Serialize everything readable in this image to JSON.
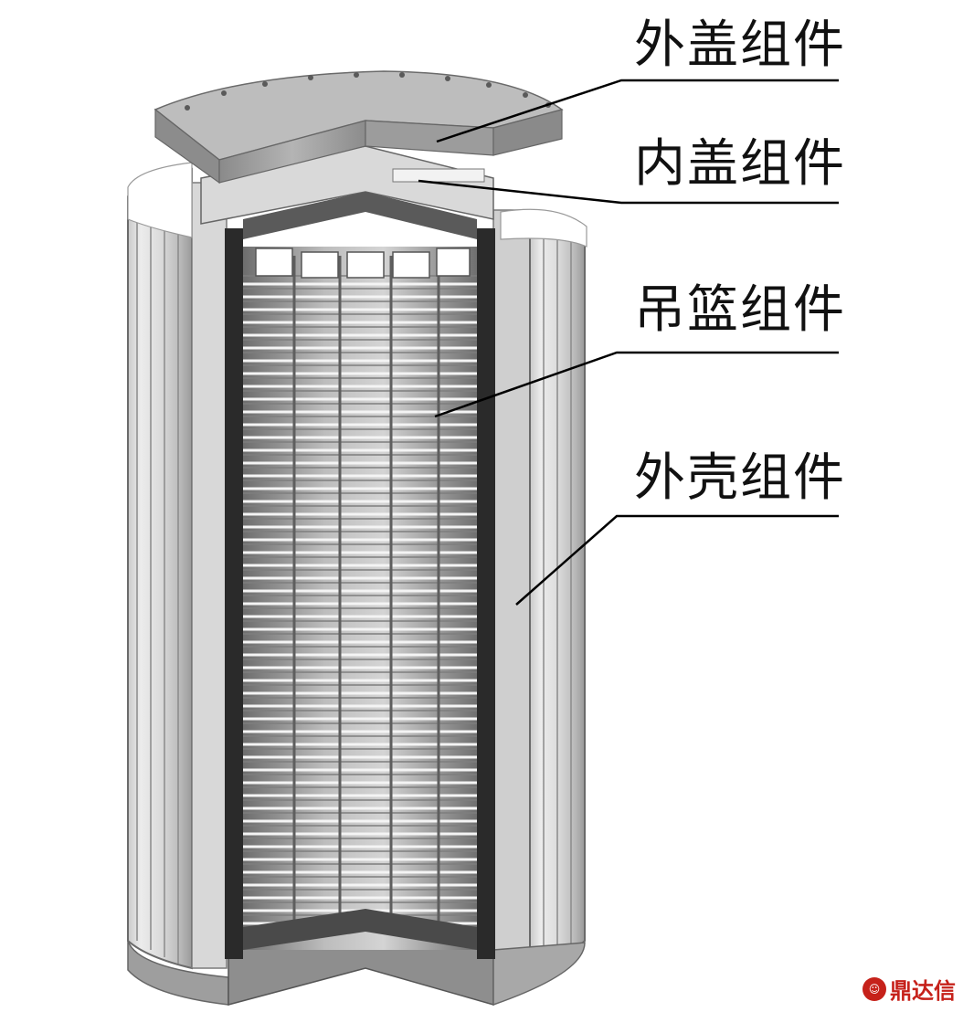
{
  "diagram": {
    "labels": {
      "outer_cover": "外盖组件",
      "inner_cover": "内盖组件",
      "basket": "吊篮组件",
      "shell": "外壳组件"
    },
    "watermark": "鼎达信",
    "colors": {
      "shell_light": "#e2e2e2",
      "shell_dark": "#9a9a9a",
      "cover": "#a6a6a6",
      "leader_line": "#000000",
      "watermark": "#c6211a"
    }
  }
}
